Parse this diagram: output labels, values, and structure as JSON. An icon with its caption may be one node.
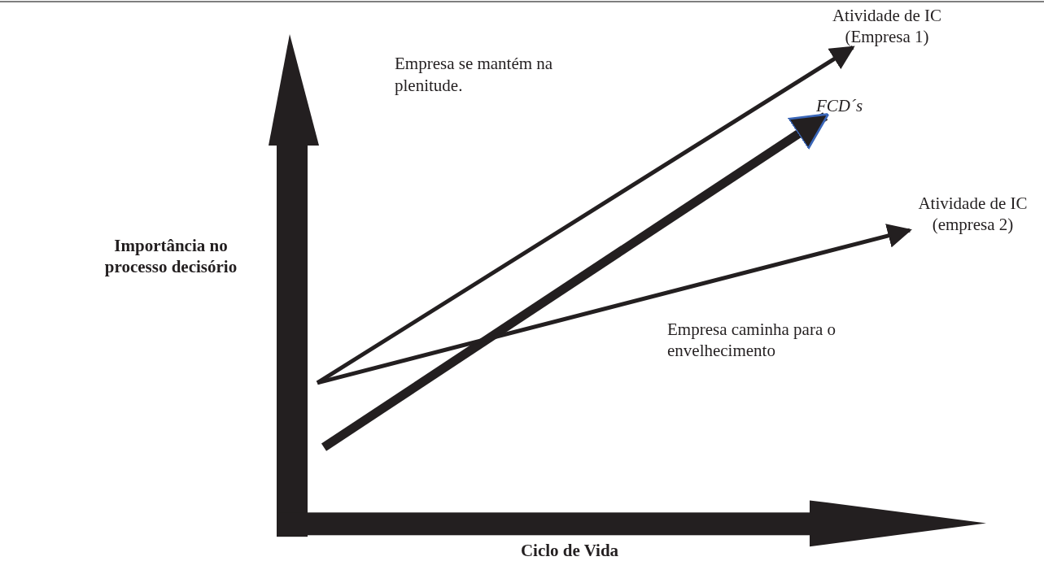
{
  "diagram": {
    "nodes": [
      {
        "text": [
          "Atividade de IC (Empresa 1)"
        ]
      },
      {
        "text": [
          "FCD´s"
        ]
      },
      {
        "text": [
          "Atividade de IC (empresa 2)"
        ]
      }
    ],
    "edges": [
      {
        "from": null,
        "to": 0,
        "arrow": "to"
      },
      {
        "from": null,
        "to": 1,
        "arrow": "to",
        "style": "thick"
      },
      {
        "from": null,
        "to": 2,
        "arrow": "to"
      }
    ],
    "labels": [
      "Empresa se mantém na plenitude.",
      "Importância no processo decisório",
      "Empresa caminha para o envelhecimento",
      "Ciclo de Vida"
    ]
  }
}
